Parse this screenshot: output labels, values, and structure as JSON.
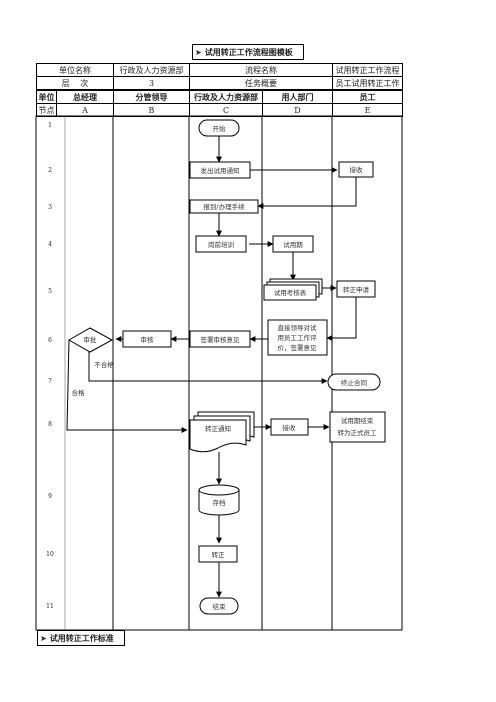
{
  "title": "试用转正工作流程图模板",
  "footer_title": "试用转正工作标准",
  "info": {
    "unit_label": "单位名称",
    "unit_value": "行政及人力资源部",
    "process_label": "流程名称",
    "process_value": "试用转正工作流程",
    "level_label": "层　 次",
    "level_value": "3",
    "summary_label": "任务概要",
    "summary_value": "员工试用转正工作"
  },
  "header": {
    "unit": "单位",
    "cols": [
      "总经理",
      "分管领导",
      "行政及人力资源部",
      "用人部门",
      "员工"
    ]
  },
  "node_row": {
    "label": "节点",
    "cols": [
      "A",
      "B",
      "C",
      "D",
      "E"
    ]
  },
  "rows": [
    "1",
    "2",
    "3",
    "4",
    "5",
    "6",
    "7",
    "8",
    "9",
    "10",
    "11"
  ],
  "nodes": {
    "start": "开始",
    "notice": "发出试用通知",
    "receive1": "接收",
    "report": "报到/办理手续",
    "training": "岗前培训",
    "probation": "试用期",
    "assess_form": "试用考核表",
    "apply": "转正申请",
    "dept_review_1": "直接领导对试",
    "dept_review_2": "用员工工作评",
    "dept_review_3": "价，签署意见",
    "sign_review": "签署审核意见",
    "leader_review": "审核",
    "gm_review": "审批",
    "fail": "不合格",
    "pass": "合格",
    "terminate": "终止合同",
    "confirm_notice": "转正通知",
    "receive2": "接收",
    "end_probation_1": "试用期结束",
    "end_probation_2": "转为正式员工",
    "archive": "存档",
    "confirm": "转正",
    "end": "结束"
  }
}
